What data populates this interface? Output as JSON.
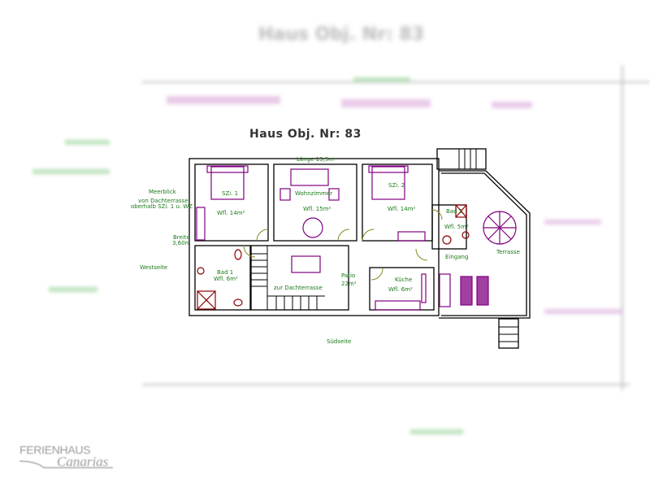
{
  "background_title": "Haus Obj. Nr: 83",
  "plan": {
    "title": "Haus Obj. Nr: 83",
    "length_label": "Länge 13,5m",
    "width_label_1": "Breite",
    "width_label_2": "3,60m",
    "sea_view": "Meerblick",
    "sea_view_note_1": "von Dachterrasse",
    "sea_view_note_2": "oberhalb SZi. 1 u. WZ",
    "west_side": "Westseite",
    "south_side": "Südseite",
    "rooms": {
      "bedroom1": {
        "name": "SZi. 1",
        "area": "Wfl. 14m²"
      },
      "living": {
        "name": "Wohnzimmer",
        "area": "Wfl. 15m²"
      },
      "bedroom2": {
        "name": "SZi. 2",
        "area": "Wfl. 14m²"
      },
      "bath2": {
        "name": "Bad 2",
        "area": "Wfl. 5m²"
      },
      "bath1": {
        "name": "Bad 1",
        "area": "Wfl. 6m²"
      },
      "patio": {
        "name": "Patio",
        "area": "22m²"
      },
      "roof_stairs": "zur Dachterrasse",
      "kitchen": {
        "name": "Küche",
        "area": "Wfl. 6m²"
      },
      "entrance": "Eingang",
      "terrace": "Terrasse"
    }
  },
  "logo": {
    "line1": "FERIENHAUS",
    "line2": "Canarias"
  },
  "colors": {
    "wall": "#000000",
    "furniture": "#800080",
    "label": "#1a7a1a",
    "door": "#8a8a20"
  }
}
